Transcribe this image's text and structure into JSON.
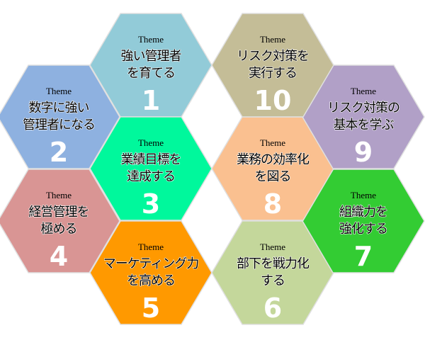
{
  "hexes": [
    {
      "number": "1",
      "color": "#92cbd8",
      "theme": "Theme",
      "lines": [
        "強い管理者",
        "を育てる"
      ]
    },
    {
      "number": "2",
      "color": "#8eb1e0",
      "theme": "Theme",
      "lines": [
        "数字に強い",
        "管理者になる"
      ]
    },
    {
      "number": "3",
      "color": "#00f89c",
      "theme": "Theme",
      "lines": [
        "業績目標を",
        "達成する"
      ]
    },
    {
      "number": "4",
      "color": "#d99594",
      "theme": "Theme",
      "lines": [
        "経営管理を",
        "極める"
      ]
    },
    {
      "number": "5",
      "color": "#ff9900",
      "theme": "Theme",
      "lines": [
        "マーケティング力",
        "を高める"
      ]
    },
    {
      "number": "6",
      "color": "#c4d79b",
      "theme": "Theme",
      "lines": [
        "部下を戦力化",
        "する"
      ]
    },
    {
      "number": "7",
      "color": "#33cc33",
      "theme": "Theme",
      "lines": [
        "組織力を",
        "強化する"
      ]
    },
    {
      "number": "8",
      "color": "#fac090",
      "theme": "Theme",
      "lines": [
        "業務の効率化",
        "を図る"
      ]
    },
    {
      "number": "9",
      "color": "#b1a0c7",
      "theme": "Theme",
      "lines": [
        "リスク対策の",
        "基本を学ぶ"
      ]
    },
    {
      "number": "10",
      "color": "#c4bd97",
      "theme": "Theme",
      "lines": [
        "リスク対策を",
        "実行する"
      ]
    }
  ]
}
